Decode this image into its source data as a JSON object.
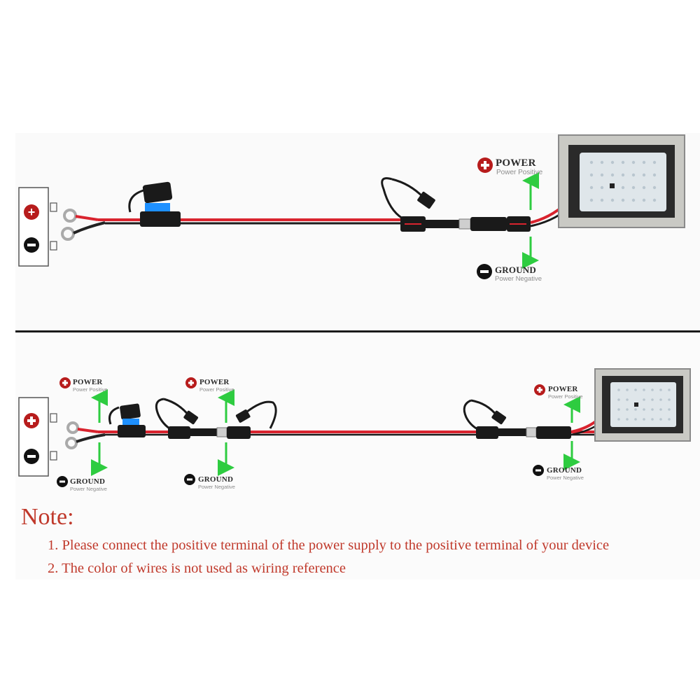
{
  "labels": {
    "power": "POWER",
    "power_sub": "Power Positive",
    "ground": "GROUND",
    "ground_sub": "Power Negative",
    "plus": "+",
    "minus": "−"
  },
  "note": {
    "title": "Note:",
    "lines": [
      "1. Please connect the positive terminal of the power supply to the positive terminal of your device",
      "2. The color of wires is not used as wiring reference"
    ]
  },
  "colors": {
    "wire_red": "#d9232e",
    "wire_black": "#1a1a1a",
    "arrow_green": "#2ecc40",
    "marker_red": "#b71c1c",
    "note_red": "#c0392b",
    "fuse_blue": "#1e90ff"
  }
}
